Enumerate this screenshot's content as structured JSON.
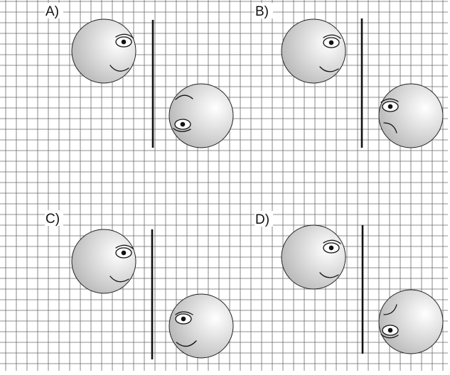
{
  "panels": [
    {
      "id": "A",
      "label": "A)"
    },
    {
      "id": "B",
      "label": "B)"
    },
    {
      "id": "C",
      "label": "C)"
    },
    {
      "id": "D",
      "label": "D)"
    }
  ],
  "colors": {
    "grid": "#6a6a6a",
    "face_light": "#ffffff",
    "face_dark": "#b9b9b9",
    "ink": "#111111"
  }
}
